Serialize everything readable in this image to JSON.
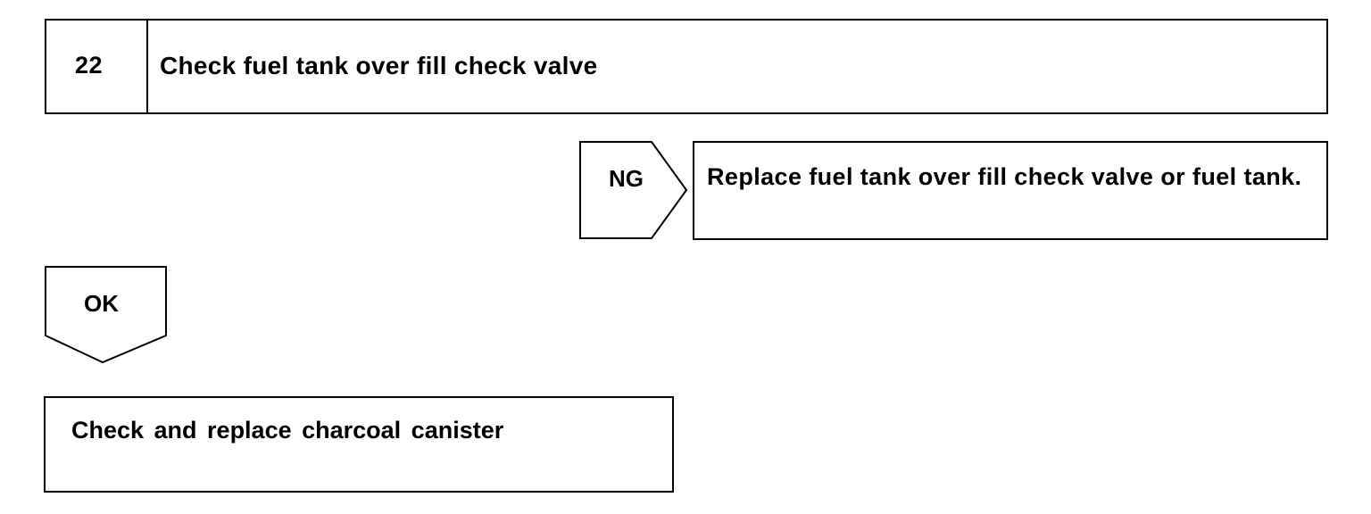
{
  "step": {
    "number": "22",
    "title": "Check fuel tank over fill check valve"
  },
  "ng_branch": {
    "label": "NG",
    "result": "Replace fuel tank over fill check valve or fuel tank."
  },
  "ok_branch": {
    "label": "OK"
  },
  "final_action": {
    "text": "Check and replace charcoal canister"
  }
}
